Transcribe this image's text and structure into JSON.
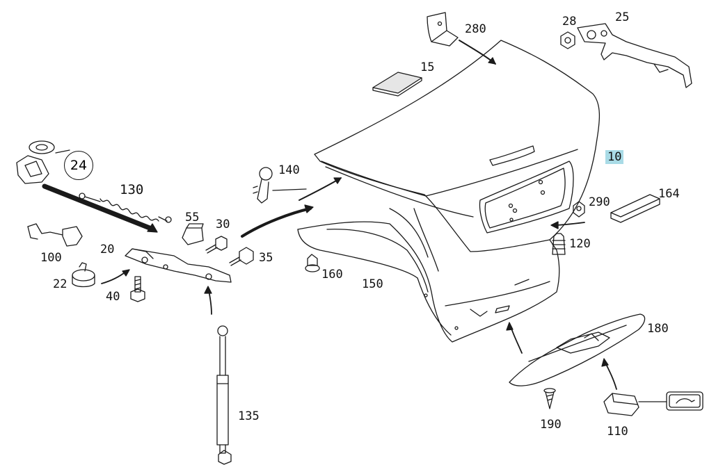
{
  "diagram": {
    "highlighted_part": "10",
    "parts": [
      {
        "id": "p280",
        "label": "280"
      },
      {
        "id": "p28",
        "label": "28"
      },
      {
        "id": "p25",
        "label": "25"
      },
      {
        "id": "p15",
        "label": "15"
      },
      {
        "id": "p10",
        "label": "10"
      },
      {
        "id": "p24",
        "label": "24"
      },
      {
        "id": "p130",
        "label": "130"
      },
      {
        "id": "p140",
        "label": "140"
      },
      {
        "id": "p164",
        "label": "164"
      },
      {
        "id": "p290",
        "label": "290"
      },
      {
        "id": "p55",
        "label": "55"
      },
      {
        "id": "p30",
        "label": "30"
      },
      {
        "id": "p100",
        "label": "100"
      },
      {
        "id": "p20",
        "label": "20"
      },
      {
        "id": "p35",
        "label": "35"
      },
      {
        "id": "p120",
        "label": "120"
      },
      {
        "id": "p22",
        "label": "22"
      },
      {
        "id": "p160",
        "label": "160"
      },
      {
        "id": "p150",
        "label": "150"
      },
      {
        "id": "p40",
        "label": "40"
      },
      {
        "id": "p180",
        "label": "180"
      },
      {
        "id": "p135",
        "label": "135"
      },
      {
        "id": "p190",
        "label": "190"
      },
      {
        "id": "p110",
        "label": "110"
      }
    ]
  },
  "colors": {
    "line": "#1a1a1a",
    "highlight": "#a9dbe6",
    "background": "#ffffff"
  }
}
